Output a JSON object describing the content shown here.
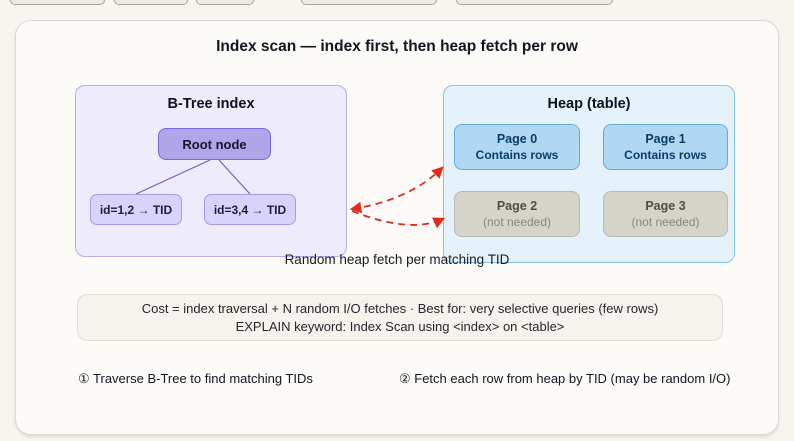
{
  "page": {
    "title": "Index scan — index first, then heap fetch per row"
  },
  "btree": {
    "title": "B-Tree index",
    "root_label": "Root node",
    "leaves": [
      {
        "label": "id=1,2 → TID"
      },
      {
        "label": "id=3,4 → TID"
      }
    ]
  },
  "heap": {
    "title": "Heap (table)",
    "pages": [
      {
        "title": "Page 0",
        "subtitle": "Contains rows",
        "state": "hot"
      },
      {
        "title": "Page 1",
        "subtitle": "Contains rows",
        "state": "hot"
      },
      {
        "title": "Page 2",
        "subtitle": "(not needed)",
        "state": "cold"
      },
      {
        "title": "Page 3",
        "subtitle": "(not needed)",
        "state": "cold"
      }
    ]
  },
  "arrows": {
    "caption": "Random heap fetch per matching TID",
    "color": "#e02b20",
    "style": "dashed",
    "from": "B-Tree index",
    "to": [
      "Page 0",
      "Page 2"
    ]
  },
  "cost": {
    "line1": "Cost = index traversal + N random I/O fetches · Best for: very selective queries (few rows)",
    "line2": "EXPLAIN keyword: Index Scan using <index> on <table>"
  },
  "steps": [
    {
      "label": "① Traverse B-Tree to find matching TIDs"
    },
    {
      "label": "② Fetch each row from heap by TID (may be random I/O)"
    }
  ],
  "colors": {
    "background": "#f7f5ef",
    "card": "#fcfbf7",
    "btree_panel": "#edebfc",
    "btree_border": "#b7aef0",
    "root_node": "#b1a4e8",
    "root_border": "#7668d6",
    "leaf_node": "#d8d3f8",
    "heap_panel": "#e5f2fc",
    "heap_border": "#85c2ef",
    "page_hot": "#b1d8f3",
    "page_hot_border": "#67a9dc",
    "page_hot_text": "#0b3c66",
    "page_cold": "#d6d3ca",
    "arrow_red": "#e02b20"
  }
}
